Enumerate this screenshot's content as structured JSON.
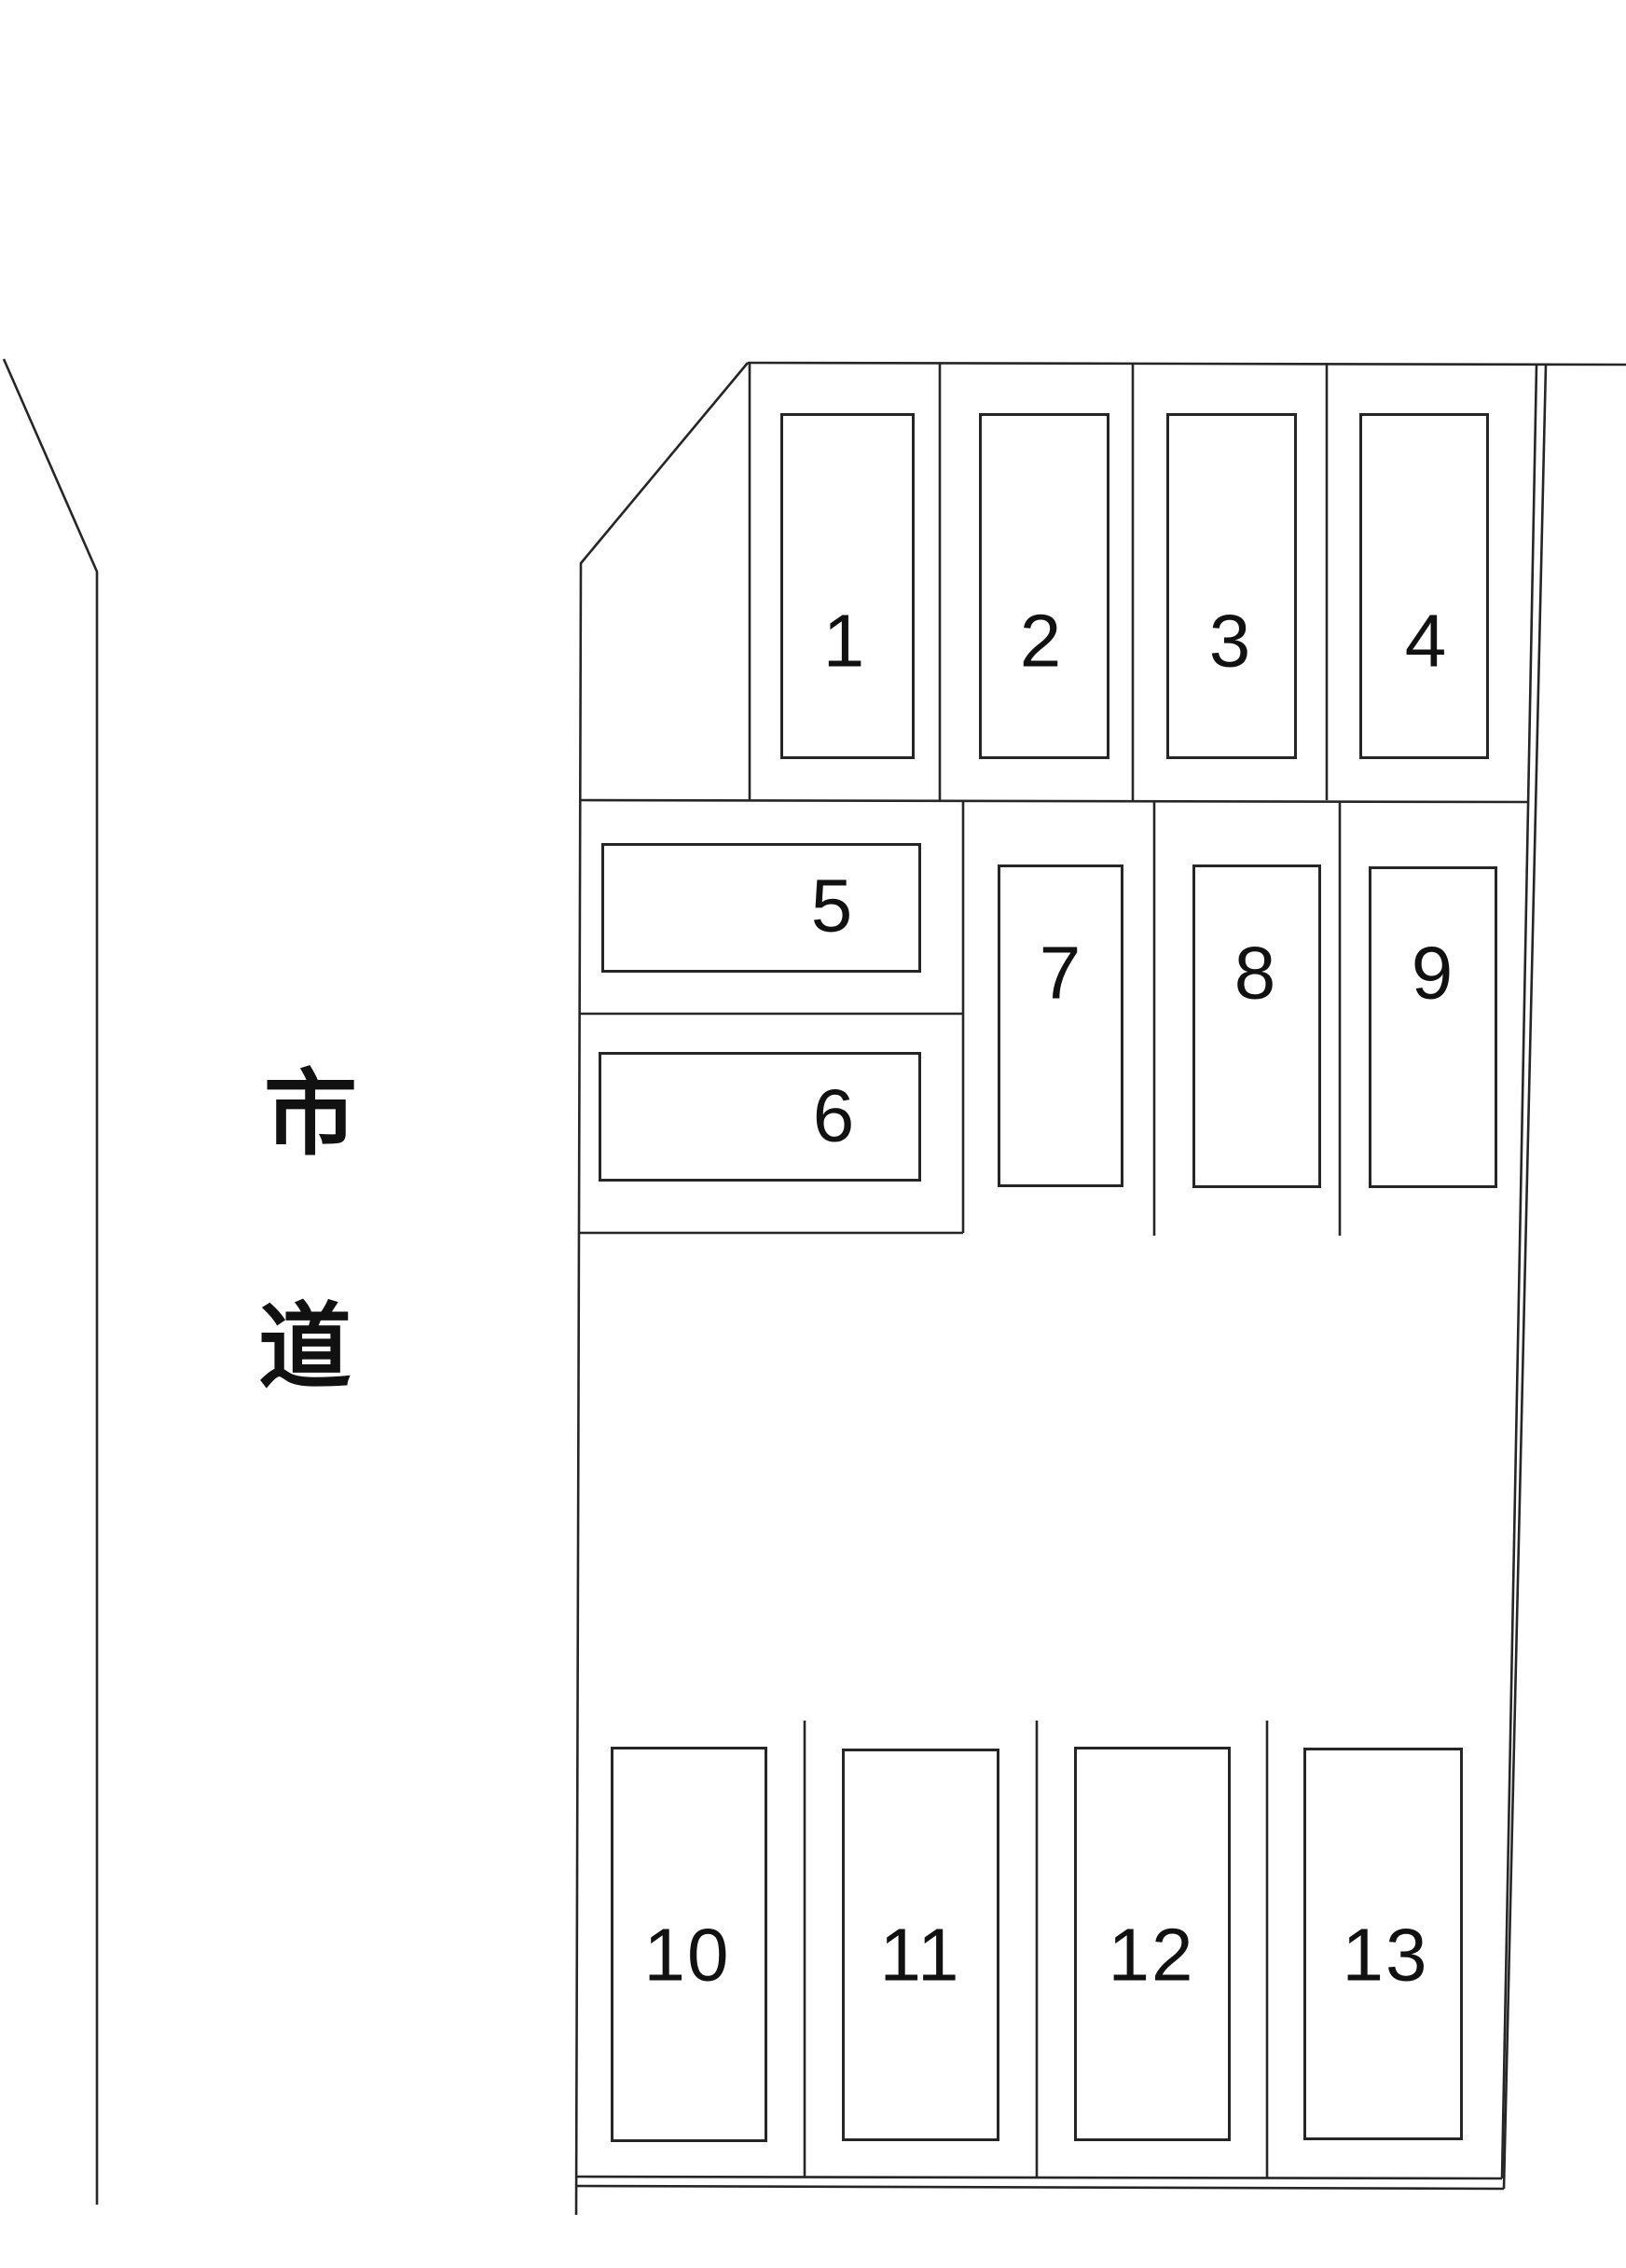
{
  "diagram": {
    "kind": "parking-lot-layout",
    "road_label": {
      "text": "市道",
      "chars": [
        "市",
        "道"
      ]
    },
    "stalls": [
      {
        "id": 1,
        "label": "1"
      },
      {
        "id": 2,
        "label": "2"
      },
      {
        "id": 3,
        "label": "3"
      },
      {
        "id": 4,
        "label": "4"
      },
      {
        "id": 5,
        "label": "5"
      },
      {
        "id": 6,
        "label": "6"
      },
      {
        "id": 7,
        "label": "7"
      },
      {
        "id": 8,
        "label": "8"
      },
      {
        "id": 9,
        "label": "9"
      },
      {
        "id": 10,
        "label": "10"
      },
      {
        "id": 11,
        "label": "11"
      },
      {
        "id": 12,
        "label": "12"
      },
      {
        "id": 13,
        "label": "13"
      }
    ],
    "colors": {
      "line": "#262626",
      "text": "#111111",
      "background": "#ffffff"
    }
  }
}
